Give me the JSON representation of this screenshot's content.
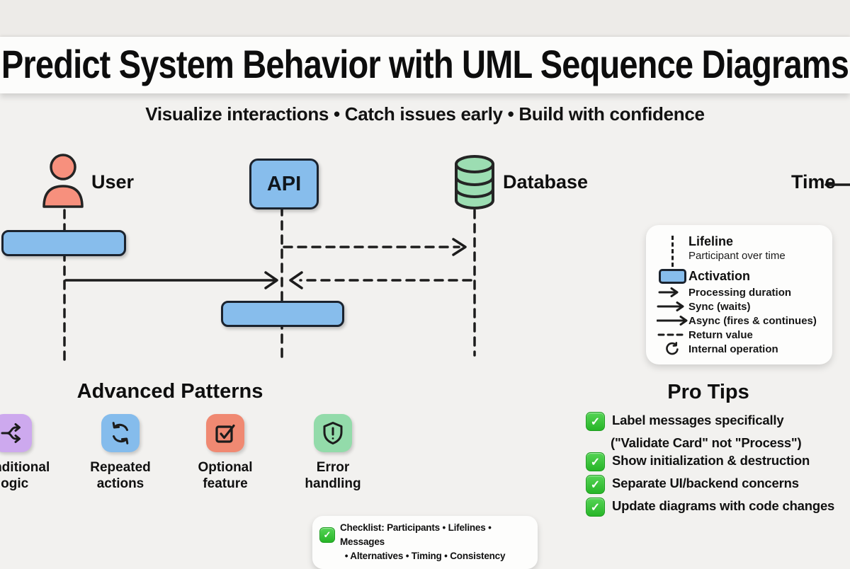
{
  "header": {
    "title": "Predict System Behavior with UML Sequence Diagrams",
    "subtitle": "Visualize interactions • Catch issues early • Build with confidence"
  },
  "diagram": {
    "time_label": "Time",
    "participants": [
      {
        "id": "user",
        "label": "User",
        "icon": "person-icon",
        "color": "#f7907d"
      },
      {
        "id": "api",
        "label": "API",
        "icon": "api-box",
        "color": "#87bdec"
      },
      {
        "id": "database",
        "label": "Database",
        "icon": "database-icon",
        "color": "#9cddb2"
      }
    ],
    "messages": [
      {
        "from": "api",
        "to": "database",
        "style": "dashed-arrow"
      },
      {
        "from": "user",
        "to": "api",
        "style": "solid-arrow"
      },
      {
        "from": "database",
        "to": "api",
        "style": "dashed-arrow"
      }
    ],
    "activations": [
      {
        "on": "user"
      },
      {
        "on": "api"
      }
    ]
  },
  "legend": {
    "items": [
      {
        "icon": "dashed-lifeline-icon",
        "label": "Lifeline",
        "sublabel": "Participant over time"
      },
      {
        "icon": "activation-swatch-icon",
        "label": "Activation"
      },
      {
        "icon": "arrow-icon",
        "label": "Processing duration"
      },
      {
        "icon": "arrow-icon",
        "label": "Sync (waits)"
      },
      {
        "icon": "arrow-icon",
        "label": "Async (fires & continues)"
      },
      {
        "icon": "dashed-line-icon",
        "label": "Return value"
      },
      {
        "icon": "circular-arrow-icon",
        "label": "Internal operation"
      }
    ]
  },
  "advanced_patterns": {
    "heading": "Advanced Patterns",
    "items": [
      {
        "icon": "branch-icon",
        "color": "#cda9ee",
        "lines": [
          "Conditional",
          "logic"
        ]
      },
      {
        "icon": "loop-icon",
        "color": "#85bcec",
        "lines": [
          "Repeated",
          "actions"
        ]
      },
      {
        "icon": "checkbox-icon",
        "color": "#f08972",
        "lines": [
          "Optional",
          "feature"
        ]
      },
      {
        "icon": "shield-icon",
        "color": "#93dbaa",
        "lines": [
          "Error",
          "handling"
        ]
      }
    ]
  },
  "pro_tips": {
    "heading": "Pro Tips",
    "items": [
      {
        "text": "Label messages specifically",
        "text2": "(\"Validate Card\" not \"Process\")"
      },
      {
        "text": "Show initialization & destruction"
      },
      {
        "text": "Separate UI/backend concerns"
      },
      {
        "text": "Update diagrams with code changes"
      }
    ]
  },
  "checklist": {
    "line1": "Checklist: Participants • Lifelines • Messages",
    "line2": "• Alternatives • Timing • Consistency"
  },
  "colors": {
    "background": "#f2f1ef",
    "card": "#fdfdfc",
    "stroke": "#1c1c1c",
    "blue": "#87bdec",
    "salmon": "#f7907d",
    "green": "#9cddb2",
    "purple": "#cda9ee",
    "check_green": "#2eb92e"
  },
  "check_glyph": "✓"
}
